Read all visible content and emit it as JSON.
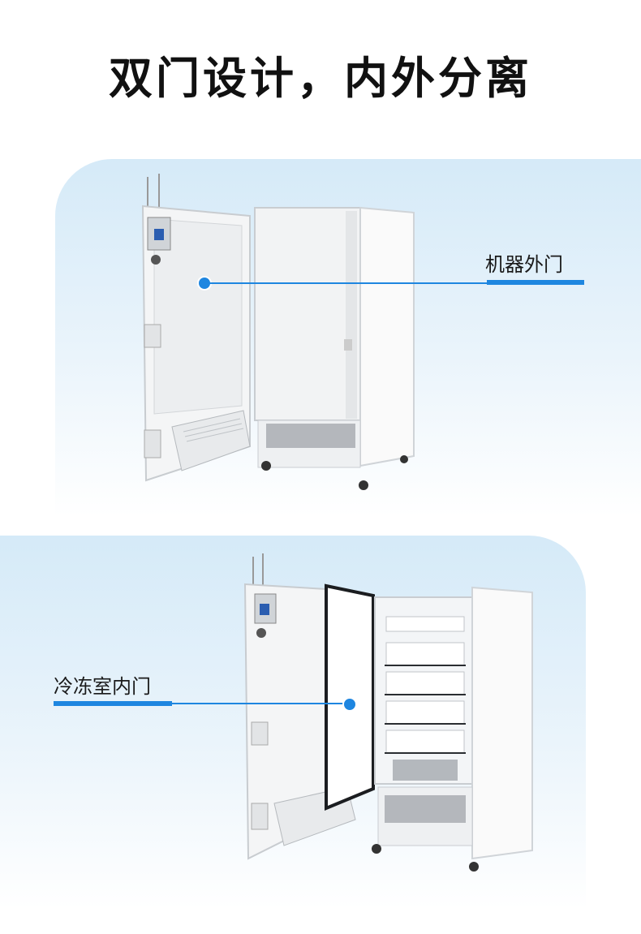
{
  "title": "双门设计，内外分离",
  "callouts": {
    "outer_door": "机器外门",
    "inner_door": "冷冻室内门"
  },
  "colors": {
    "accent": "#1e86e0",
    "panel": "#d5eaf8"
  }
}
